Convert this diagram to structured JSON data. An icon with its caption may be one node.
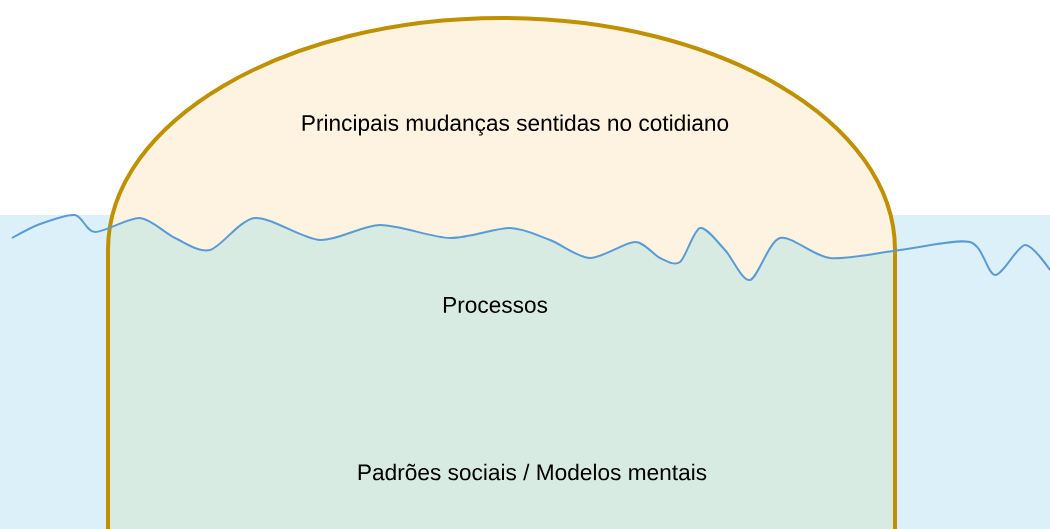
{
  "diagram": {
    "nodes": [
      {
        "text": [
          "Principais mudanças sentidas no cotidiano",
          "Processos",
          "Padrões sociais / Modelos mentais"
        ]
      }
    ]
  }
}
